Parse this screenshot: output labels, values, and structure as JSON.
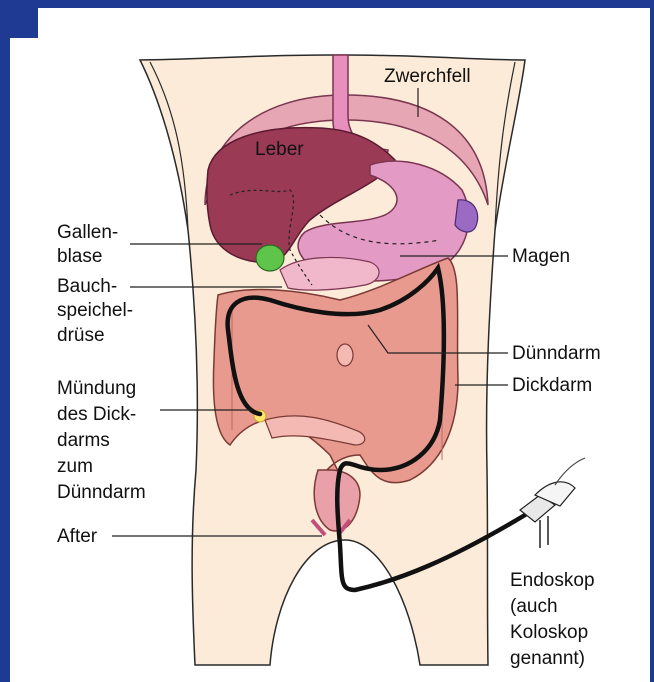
{
  "labels": {
    "zwerchfell": "Zwerchfell",
    "leber": "Leber",
    "gallenblase_1": "Gallen-",
    "gallenblase_2": "blase",
    "bauch_1": "Bauch-",
    "bauch_2": "speichel-",
    "bauch_3": "drüse",
    "muendung_1": "Mündung",
    "muendung_2": "des Dick-",
    "muendung_3": "darms",
    "muendung_4": "zum",
    "muendung_5": "Dünndarm",
    "after": "After",
    "magen": "Magen",
    "duenndarm": "Dünndarm",
    "dickdarm": "Dickdarm",
    "endoskop_1": "Endoskop",
    "endoskop_2": "(auch",
    "endoskop_3": "Koloskop",
    "endoskop_4": "genannt)"
  },
  "colors": {
    "frame": "#1f3a93",
    "skin": "#fcebd8",
    "liver": "#9a3a55",
    "stomach": "#e39ac4",
    "colon": "#e89a8f",
    "gallbladder": "#5fc44a",
    "scope": "#111111"
  }
}
